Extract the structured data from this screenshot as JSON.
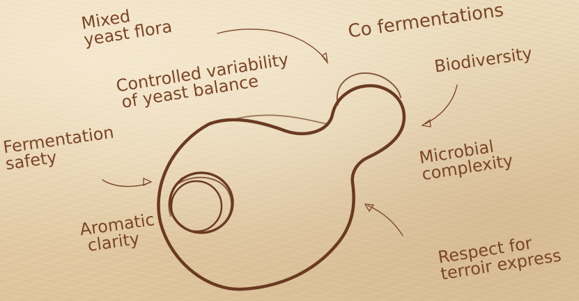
{
  "diagram": {
    "ink_color": "#7a4527",
    "cell_stroke_color": "#6a3a20",
    "labels": {
      "mixed_yeast_flora": [
        "Mixed",
        "yeast flora"
      ],
      "co_fermentations": "Co  fermentations",
      "controlled_variability": [
        "Controlled variability",
        "of yeast balance"
      ],
      "biodiversity": "Biodiversity",
      "fermentation_safety": [
        "Fermentation",
        "safety"
      ],
      "microbial_complexity": [
        "Microbial",
        "complexity"
      ],
      "aromatic_clarity": [
        "Aromatic",
        "clarity"
      ],
      "respect_terroir": [
        "Respect for",
        "terroir express"
      ]
    }
  }
}
